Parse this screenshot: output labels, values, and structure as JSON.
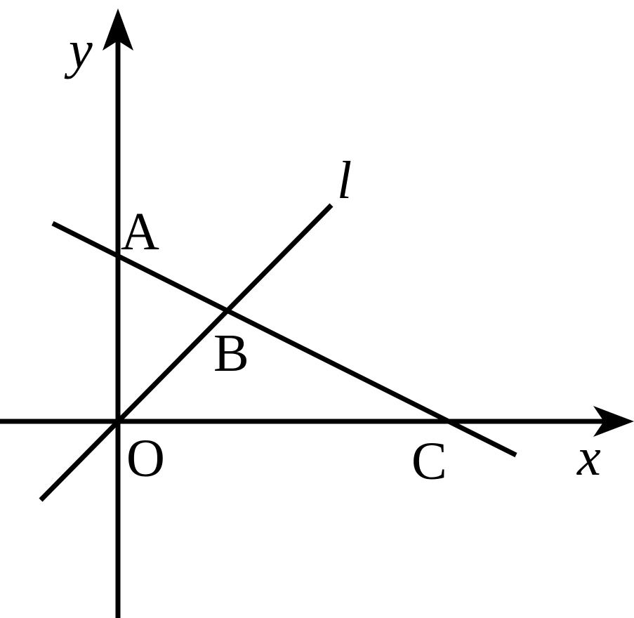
{
  "labels": {
    "y_axis": "y",
    "x_axis": "x",
    "line": "l",
    "point_a": "A",
    "point_b": "B",
    "point_o": "O",
    "point_c": "C"
  },
  "colors": {
    "ink": "#000000",
    "background": "#ffffff"
  }
}
